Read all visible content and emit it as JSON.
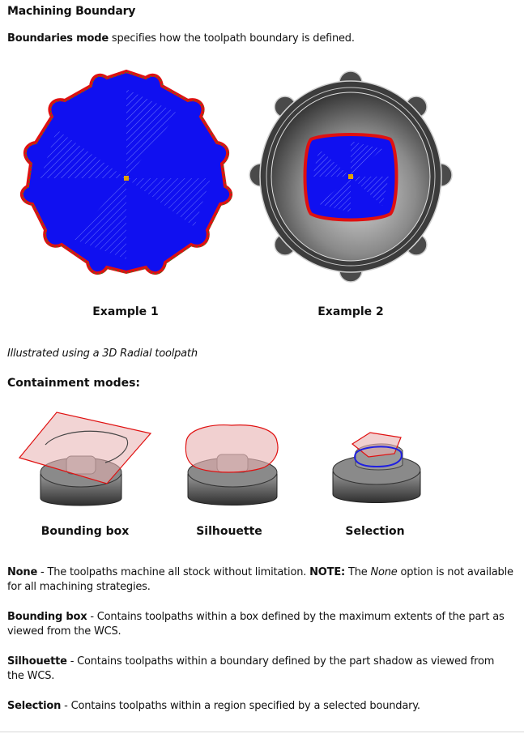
{
  "title": "Machining Boundary",
  "intro": {
    "term": "Boundaries mode",
    "text": " specifies how the toolpath boundary is defined."
  },
  "examples": [
    {
      "caption": "Example 1"
    },
    {
      "caption": "Example 2"
    }
  ],
  "note": "Illustrated using a 3D Radial toolpath",
  "containment_heading": "Containment modes:",
  "containment_modes": [
    {
      "caption": "Bounding box"
    },
    {
      "caption": "Silhouette"
    },
    {
      "caption": "Selection"
    }
  ],
  "descriptions": {
    "none": {
      "term": "None",
      "text1": " - The toolpaths machine all stock without limitation. ",
      "note_label": "NOTE:",
      "text2": " The ",
      "italic": "None",
      "text3": " option is not available for all machining strategies."
    },
    "bounding_box": {
      "term": "Bounding box",
      "text": " - Contains toolpaths within a box defined by the maximum extents of the part as viewed from the WCS."
    },
    "silhouette": {
      "term": "Silhouette",
      "text": " - Contains toolpaths within a boundary defined by the part shadow as viewed from the WCS."
    },
    "selection": {
      "term": "Selection",
      "text": " - Contains toolpaths within a region specified by a selected boundary."
    }
  },
  "colors": {
    "toolpath_blue": "#1010f0",
    "boundary_red": "#e01010",
    "part_gray": "#5a5a5a"
  }
}
